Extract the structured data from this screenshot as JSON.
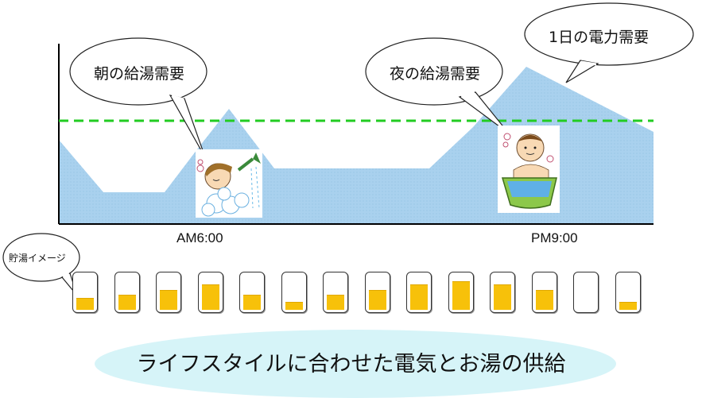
{
  "chart_data": {
    "type": "area",
    "title": "1日の電力需要",
    "x_tick_labels": [
      "AM6:00",
      "PM9:00"
    ],
    "threshold_line": {
      "style": "dashed",
      "color": "#22cc22"
    },
    "fill_color": "#a9d1ee"
  },
  "callouts": {
    "morning": "朝の給湯需要",
    "evening": "夜の給湯需要",
    "daily_demand": "1日の電力需要",
    "storage": "貯湯イメージ"
  },
  "storage_tanks": {
    "levels": [
      0.32,
      0.4,
      0.55,
      0.7,
      0.4,
      0.2,
      0.4,
      0.55,
      0.7,
      0.8,
      0.7,
      0.55,
      0.0,
      0.2
    ],
    "fill_color": "#f7c10a"
  },
  "banner": {
    "text": "ライフスタイルに合わせた電気とお湯の供給",
    "color": "#d6f4f8"
  },
  "icons": {
    "morning": "shower-person-icon",
    "evening": "bath-person-icon"
  }
}
